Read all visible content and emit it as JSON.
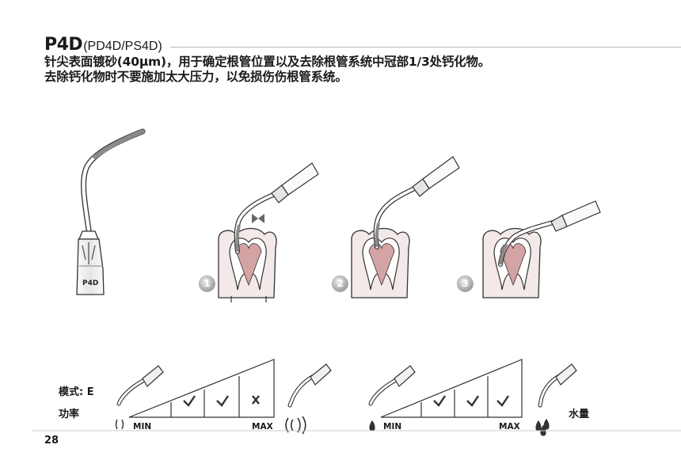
{
  "header": {
    "title_main": "P4D",
    "title_sub": "(PD4D/PS4D)",
    "desc_line1": "针尖表面镀砂(40μm)，用于确定根管位置以及去除根管系统中冠部1/3处钙化物。",
    "desc_line2": "去除钙化物时不要施加太大压力，以免损伤伤根管系统。"
  },
  "tip": {
    "label": "P4D"
  },
  "steps": [
    "1",
    "2",
    "3"
  ],
  "power_scale": {
    "mode_label": "模式: E",
    "power_label": "功率",
    "min_label": "MIN",
    "max_label": "MAX",
    "marks": [
      "check",
      "check",
      "cross"
    ]
  },
  "water_scale": {
    "water_label": "水量",
    "min_label": "MIN",
    "max_label": "MAX",
    "marks": [
      "check",
      "check",
      "check"
    ]
  },
  "footer": {
    "page_number": "28"
  },
  "colors": {
    "tip_coating": "#8a8a8a",
    "text": "#1a1a1a",
    "pulp_red": "#7a3a3a"
  }
}
